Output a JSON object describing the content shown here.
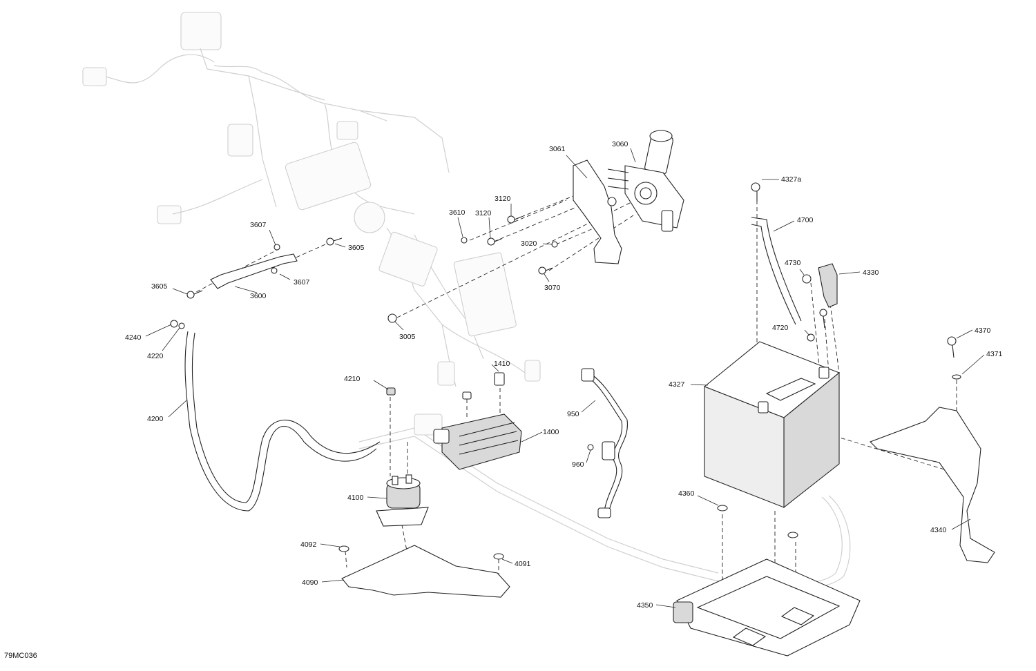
{
  "diagram": {
    "code": "79MC036",
    "callouts": [
      {
        "id": "c3061",
        "text": "3061"
      },
      {
        "id": "c3060",
        "text": "3060"
      },
      {
        "id": "c3120a",
        "text": "3120"
      },
      {
        "id": "c3120b",
        "text": "3120"
      },
      {
        "id": "c3610",
        "text": "3610"
      },
      {
        "id": "c3020",
        "text": "3020"
      },
      {
        "id": "c3070",
        "text": "3070"
      },
      {
        "id": "c3607a",
        "text": "3607"
      },
      {
        "id": "c3605a",
        "text": "3605"
      },
      {
        "id": "c3605b",
        "text": "3605"
      },
      {
        "id": "c3607b",
        "text": "3607"
      },
      {
        "id": "c3600",
        "text": "3600"
      },
      {
        "id": "c3005",
        "text": "3005"
      },
      {
        "id": "c4327a",
        "text": "4327a"
      },
      {
        "id": "c4700",
        "text": "4700"
      },
      {
        "id": "c4730",
        "text": "4730"
      },
      {
        "id": "c4330",
        "text": "4330"
      },
      {
        "id": "c4720",
        "text": "4720"
      },
      {
        "id": "c4370",
        "text": "4370"
      },
      {
        "id": "c4371",
        "text": "4371"
      },
      {
        "id": "c4327",
        "text": "4327"
      },
      {
        "id": "c4240",
        "text": "4240"
      },
      {
        "id": "c4220",
        "text": "4220"
      },
      {
        "id": "c4200",
        "text": "4200"
      },
      {
        "id": "c4210",
        "text": "4210"
      },
      {
        "id": "c1410",
        "text": "1410"
      },
      {
        "id": "c950",
        "text": "950"
      },
      {
        "id": "c1400",
        "text": "1400"
      },
      {
        "id": "c960",
        "text": "960"
      },
      {
        "id": "c4100",
        "text": "4100"
      },
      {
        "id": "c4360",
        "text": "4360"
      },
      {
        "id": "c4340",
        "text": "4340"
      },
      {
        "id": "c4092",
        "text": "4092"
      },
      {
        "id": "c4091",
        "text": "4091"
      },
      {
        "id": "c4090",
        "text": "4090"
      },
      {
        "id": "c4350",
        "text": "4350"
      }
    ]
  }
}
